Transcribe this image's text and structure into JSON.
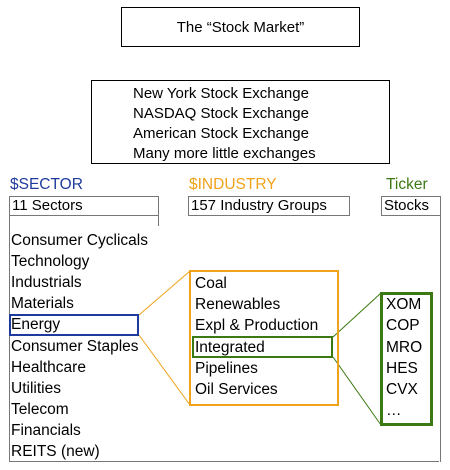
{
  "title": "The “Stock Market”",
  "exchanges": [
    "New York Stock Exchange",
    "NASDAQ Stock Exchange",
    "American Stock Exchange",
    "Many more little exchanges"
  ],
  "columns": {
    "sector": {
      "header": "$SECTOR",
      "subheader": "11 Sectors",
      "color": "#1f3a9e"
    },
    "industry": {
      "header": "$INDUSTRY",
      "subheader": "157 Industry Groups",
      "color": "#f0a21a"
    },
    "ticker": {
      "header": "Ticker",
      "subheader": "Stocks",
      "color": "#3b7a12"
    }
  },
  "sectors": [
    "Consumer Cyclicals",
    "Technology",
    "Industrials",
    "Materials",
    "Energy",
    "Consumer Staples",
    "Healthcare",
    "Utilities",
    "Telecom",
    "Financials",
    "REITS (new)"
  ],
  "industries": [
    "Coal",
    "Renewables",
    "Expl & Production",
    "Integrated",
    "Pipelines",
    "Oil Services"
  ],
  "tickers": [
    "XOM",
    "COP",
    "MRO",
    "HES",
    "CVX",
    "…"
  ]
}
